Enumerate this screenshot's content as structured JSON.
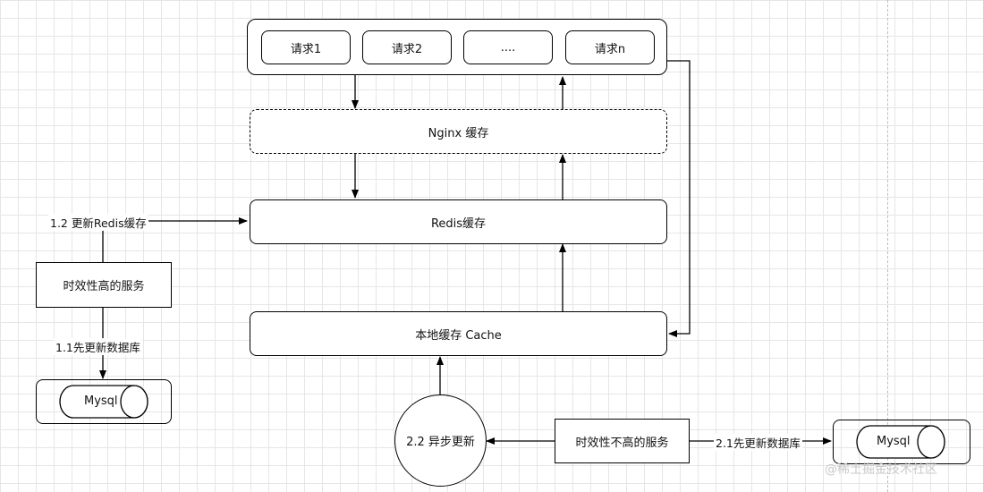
{
  "requests": [
    "请求1",
    "请求2",
    "....",
    "请求n"
  ],
  "nginx_label": "Nginx 缓存",
  "redis_label": "Redis缓存",
  "local_cache_label": "本地缓存 Cache",
  "high_service": "时效性高的服务",
  "low_service": "时效性不高的服务",
  "async_update": "2.2 异步更新",
  "label_1_2": "1.2 更新Redis缓存",
  "label_1_1": "1.1先更新数据库",
  "label_2_1": "2.1先更新数据库",
  "db_left": "Mysql",
  "db_right": "Mysql",
  "watermark": "@稀土掘金技术社区"
}
